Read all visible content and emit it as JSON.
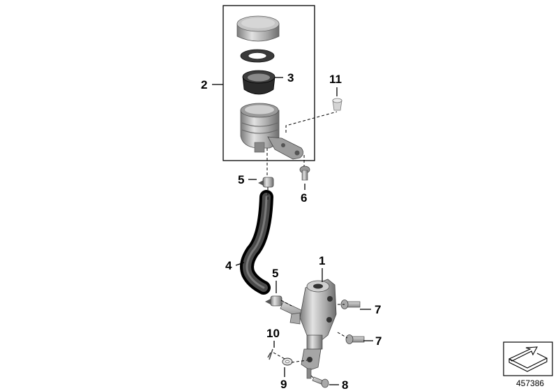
{
  "diagram": {
    "reference_number": "457386",
    "callouts": {
      "c1": "1",
      "c2": "2",
      "c3": "3",
      "c4": "4",
      "c5a": "5",
      "c5b": "5",
      "c6": "6",
      "c7a": "7",
      "c7b": "7",
      "c8": "8",
      "c9": "9",
      "c10": "10",
      "c11": "11"
    },
    "icons": {
      "orientation": "direction-arrow-icon"
    },
    "colors": {
      "part_dark": "#2b2b2b",
      "part_mid": "#8c8c8c",
      "part_light": "#c9c9c9",
      "line": "#000000"
    }
  }
}
